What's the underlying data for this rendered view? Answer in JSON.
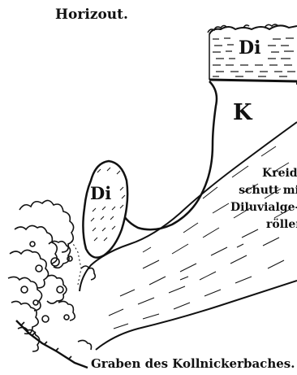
{
  "labels": {
    "horizont": "Horizout.",
    "di_top": "Di",
    "k": "K",
    "di_left": "Di",
    "kreide_lines": [
      "Kreide-",
      "schutt mit",
      "Diluvialge-",
      "röllen."
    ],
    "graben": "Graben des Kollnickerbaches."
  },
  "colors": {
    "ink": "#111111",
    "paper": "#ffffff"
  }
}
